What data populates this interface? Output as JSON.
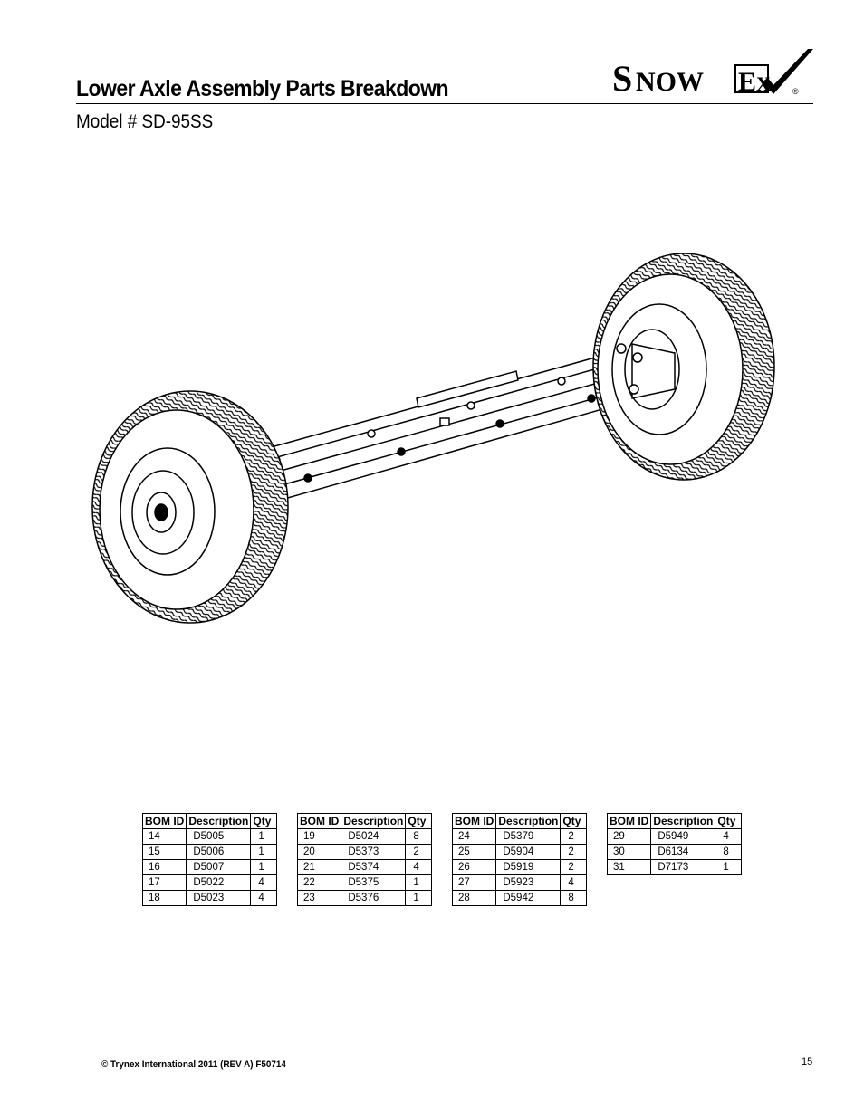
{
  "header": {
    "title": "Lower Axle Assembly Parts Breakdown",
    "subtitle": "Model # SD-95SS",
    "logo": {
      "text_snow": "Snow",
      "text_ex": "Ex",
      "registered": "®"
    }
  },
  "drawing": {
    "description_icon": "axle-assembly-drawing"
  },
  "bom_columns": [
    "BOM ID",
    "Description",
    "Qty"
  ],
  "bom_tables": [
    {
      "rows": [
        [
          "14",
          "D5005",
          "1"
        ],
        [
          "15",
          "D5006",
          "1"
        ],
        [
          "16",
          "D5007",
          "1"
        ],
        [
          "17",
          "D5022",
          "4"
        ],
        [
          "18",
          "D5023",
          "4"
        ]
      ]
    },
    {
      "rows": [
        [
          "19",
          "D5024",
          "8"
        ],
        [
          "20",
          "D5373",
          "2"
        ],
        [
          "21",
          "D5374",
          "4"
        ],
        [
          "22",
          "D5375",
          "1"
        ],
        [
          "23",
          "D5376",
          "1"
        ]
      ]
    },
    {
      "rows": [
        [
          "24",
          "D5379",
          "2"
        ],
        [
          "25",
          "D5904",
          "2"
        ],
        [
          "26",
          "D5919",
          "2"
        ],
        [
          "27",
          "D5923",
          "4"
        ],
        [
          "28",
          "D5942",
          "8"
        ]
      ]
    },
    {
      "rows": [
        [
          "29",
          "D5949",
          "4"
        ],
        [
          "30",
          "D6134",
          "8"
        ],
        [
          "31",
          "D7173",
          "1"
        ]
      ]
    }
  ],
  "footer": {
    "copyright": "© Trynex International 2011  (REV A) F50714",
    "page_number": "15"
  }
}
